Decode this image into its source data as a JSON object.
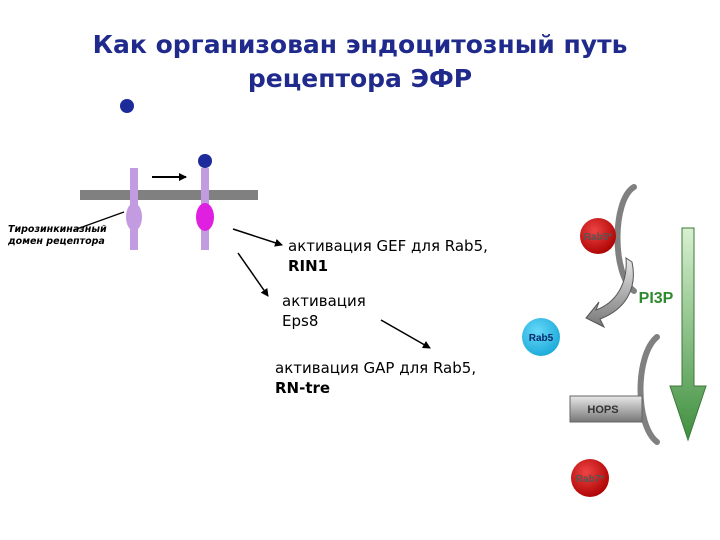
{
  "title": {
    "line1": "Как организован эндоцитозный путь",
    "line2": "рецептора ЭФР"
  },
  "labels": {
    "tk_domain_line1": "Тирозинкиназный",
    "tk_domain_line2": "домен рецептора",
    "gef_text": "активация GEF для Rab5,",
    "gef_bold": "RIN1",
    "eps8_line1": "активация",
    "eps8_line2": "Eps8",
    "gap_text": "активация GAP для Rab5,",
    "gap_bold": "RN-tre"
  },
  "pathway": {
    "rab5_active": "Rab5*",
    "rab5": "Rab5",
    "rab7": "Rab7*",
    "hops": "HOPS",
    "pi3p": "PI3P"
  },
  "colors": {
    "title": "#1f2a8c",
    "receptor_light": "#c39be0",
    "receptor_active": "#e020e0",
    "ligand": "#1c2a9a",
    "membrane": "#808080",
    "rab_red": "#cc1111",
    "rab5_cyan": "#22b8e0",
    "pi3p_green": "#2e8b2e"
  }
}
